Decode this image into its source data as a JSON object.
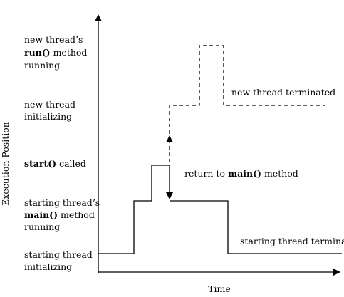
{
  "axes": {
    "y_label": "Execution Position",
    "x_label": "Time"
  },
  "y_labels": {
    "new_thread_run": {
      "line1": "new thread’s",
      "line2_bold": "run()",
      "line2_rest": " method",
      "line3": "running"
    },
    "new_thread_init": {
      "line1": "new thread",
      "line2": "initializing"
    },
    "start_called": {
      "bold": "start()",
      "rest": " called"
    },
    "starting_main": {
      "line1": "starting thread’s",
      "line2_bold": "main()",
      "line2_rest": " method",
      "line3": "running"
    },
    "starting_init": {
      "line1": "starting thread",
      "line2": "initializing"
    }
  },
  "annotations": {
    "new_thread_terminated": "new thread terminated",
    "return_to_main_prefix": "return to ",
    "return_to_main_bold": "main()",
    "return_to_main_suffix": " method",
    "starting_thread_terminated": "starting thread terminated"
  }
}
